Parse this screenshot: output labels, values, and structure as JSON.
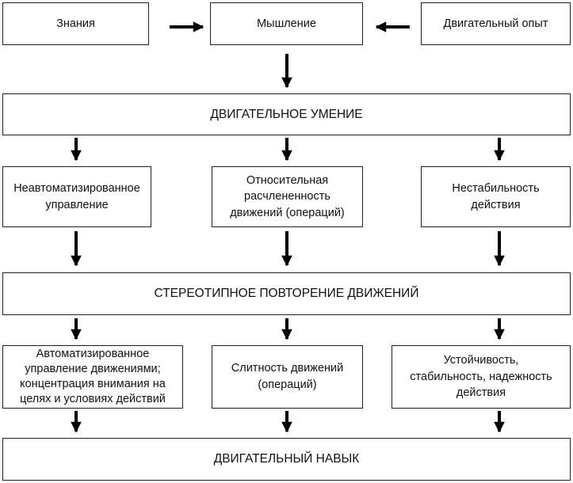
{
  "boxes": {
    "knowledge": "Знания",
    "thinking": "Мышление",
    "motor_experience": "Двигательный опыт",
    "motor_ability": "ДВИГАТЕЛЬНОЕ УМЕНИЕ",
    "non_automated_control": "Неавтоматизированное\nуправление",
    "relative_fragmentation": "Относительная\nрасчлененность\nдвижений (операций)",
    "action_instability": "Нестабильность\nдействия",
    "stereotyped_repetition": "СТЕРЕОТИПНОЕ ПОВТОРЕНИЕ ДВИЖЕНИЙ",
    "automated_control": "Автоматизированное\nуправление движениями;\nконцентрация внимания на\nцелях и условиях действий",
    "movement_fluency": "Слитность движений\n(операций)",
    "action_stability": "Устойчивость,\nстабильность, надежность\nдействия",
    "motor_skill": "ДВИГАТЕЛЬНЫЙ НАВЫК"
  }
}
